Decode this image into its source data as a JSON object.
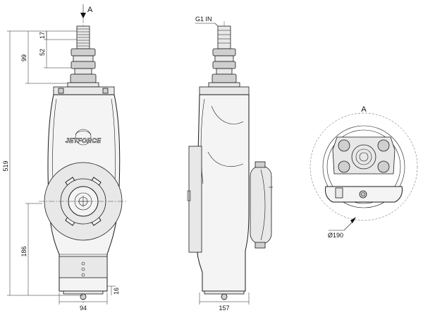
{
  "drawing": {
    "front_view": {
      "section_marker": "A",
      "dimensions": {
        "overall_height": "519",
        "upper_offset": "99",
        "fitting_length": "52",
        "thread_length": "17",
        "lower_height": "186",
        "base_height": "16",
        "width": "94"
      },
      "logo": "JETFORCE"
    },
    "side_view": {
      "inlet_label": "G1 IN",
      "dimensions": {
        "depth": "157"
      }
    },
    "detail_view": {
      "title": "A",
      "diameter": "Ø190"
    }
  }
}
